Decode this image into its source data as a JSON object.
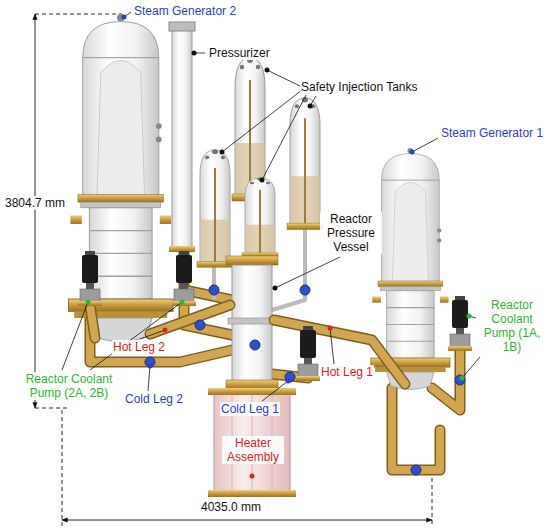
{
  "diagram": {
    "labels": [
      "Steam Generator 2",
      "Pressurizer",
      "Safety Injection Tanks",
      "Steam Generator 1",
      "Reactor Pressure Vessel",
      "Reactor Coolant Pump (1A, 1B)",
      "Hot Leg 1",
      "Reactor Coolant Pump (2A, 2B)",
      "Hot Leg 2",
      "Cold Leg 2",
      "Cold Leg 1",
      "Heater Assembly",
      "3804.7 mm",
      "4035.0 mm"
    ]
  }
}
